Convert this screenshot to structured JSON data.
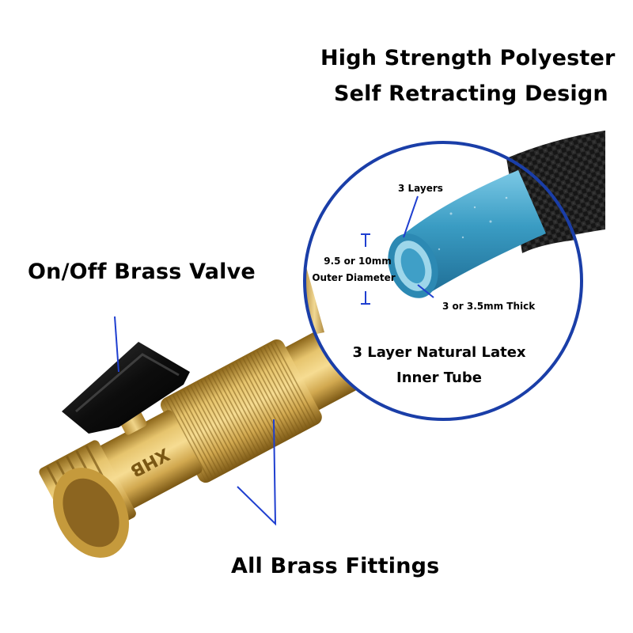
{
  "headline": {
    "line1": "High Strength Polyester",
    "line2": "Self Retracting Design"
  },
  "callouts": {
    "valve": "On/Off Brass Valve",
    "fittings": "All Brass Fittings",
    "tube_title_line1": "3 Layer Natural Latex",
    "tube_title_line2": "Inner Tube",
    "layers": "3 Layers",
    "diameter_line1": "9.5 or 10mm",
    "diameter_line2": "Outer Diameter",
    "thickness": "3 or 3.5mm Thick"
  },
  "product": {
    "brand_mark": "XHB"
  },
  "colors": {
    "brass": "#d9b45a",
    "brass_dark": "#9a7322",
    "inner_tube": "#3a9cc3",
    "circle_border": "#1a3ea8",
    "hose_fabric": "#1c1c1c",
    "pointer": "#1f3fd0",
    "valve_handle": "#141414"
  },
  "icons": [
    "magnifier-circle",
    "pointer-line",
    "dimension-marker"
  ]
}
